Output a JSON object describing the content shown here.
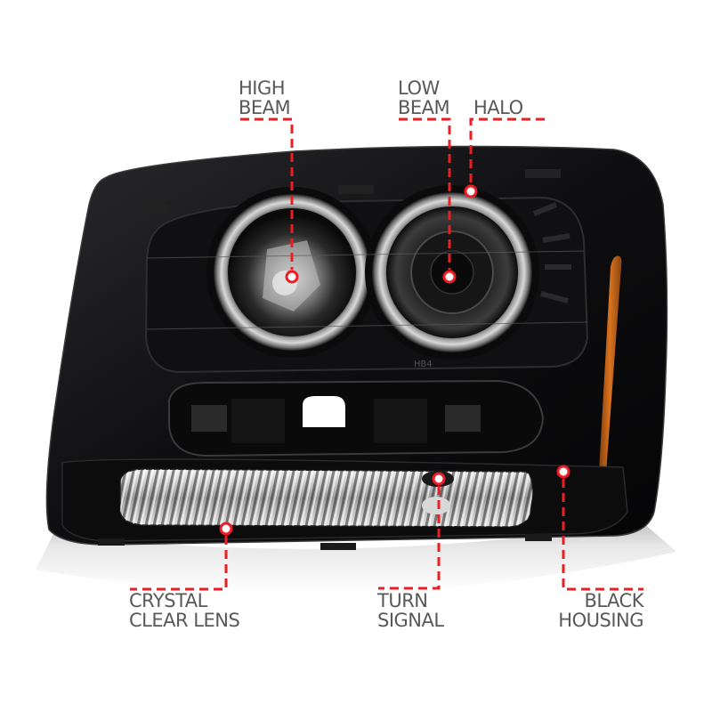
{
  "product": {
    "subject": "halo projector headlight",
    "housing_color": "#0b0b0c",
    "amber_reflector_color": "#c8651a",
    "callout_color": "#ee1c25",
    "label_color": "#58595b"
  },
  "callouts": [
    {
      "id": "high-beam",
      "lines": [
        "HIGH",
        "BEAM"
      ],
      "dot": [
        326,
        311
      ],
      "anchor": "top"
    },
    {
      "id": "low-beam",
      "lines": [
        "LOW",
        "BEAM"
      ],
      "dot": [
        505,
        311
      ],
      "anchor": "top"
    },
    {
      "id": "halo",
      "lines": [
        "HALO"
      ],
      "dot": [
        529,
        215
      ],
      "anchor": "top"
    },
    {
      "id": "crystal-clear-lens",
      "lines": [
        "CRYSTAL",
        "CLEAR LENS"
      ],
      "dot": [
        254,
        594
      ],
      "anchor": "bottom"
    },
    {
      "id": "turn-signal",
      "lines": [
        "TURN",
        "SIGNAL"
      ],
      "dot": [
        493,
        538
      ],
      "anchor": "bottom"
    },
    {
      "id": "black-housing",
      "lines": [
        "BLACK",
        "HOUSING"
      ],
      "dot": [
        633,
        530
      ],
      "anchor": "bottom"
    }
  ]
}
